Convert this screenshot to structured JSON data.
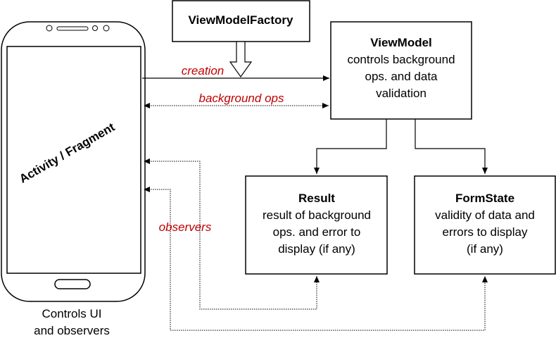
{
  "phone": {
    "label": "Activity / Fragment",
    "caption": [
      "Controls UI",
      "and observers"
    ]
  },
  "factory": {
    "title": "ViewModelFactory"
  },
  "viewmodel": {
    "title": "ViewModel",
    "lines": [
      "controls background",
      "ops. and data",
      "validation"
    ]
  },
  "result": {
    "title": "Result",
    "lines": [
      "result of background",
      "ops. and error to",
      "display (if any)"
    ]
  },
  "formstate": {
    "title": "FormState",
    "lines": [
      "validity of data and",
      "errors to display",
      "(if any)"
    ]
  },
  "edges": {
    "creation": "creation",
    "background_ops": "background ops",
    "observers": "observers"
  },
  "colors": {
    "edge_label": "#c00000",
    "stroke": "#000000"
  }
}
